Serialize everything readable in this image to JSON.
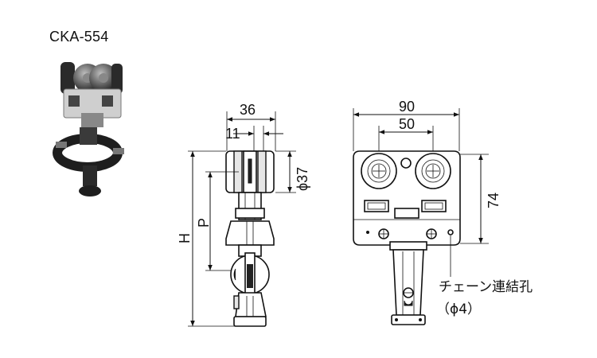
{
  "product": {
    "model": "CKA-554"
  },
  "side_view": {
    "dim_width_outer": "36",
    "dim_width_inner": "11",
    "dim_diameter": "ϕ37",
    "dim_height_total": "H",
    "dim_height_pitch": "P"
  },
  "front_view": {
    "dim_width_outer": "90",
    "dim_width_inner": "50",
    "dim_height": "74",
    "hole_label": "チェーン連結孔",
    "hole_spec": "（ϕ4）"
  }
}
